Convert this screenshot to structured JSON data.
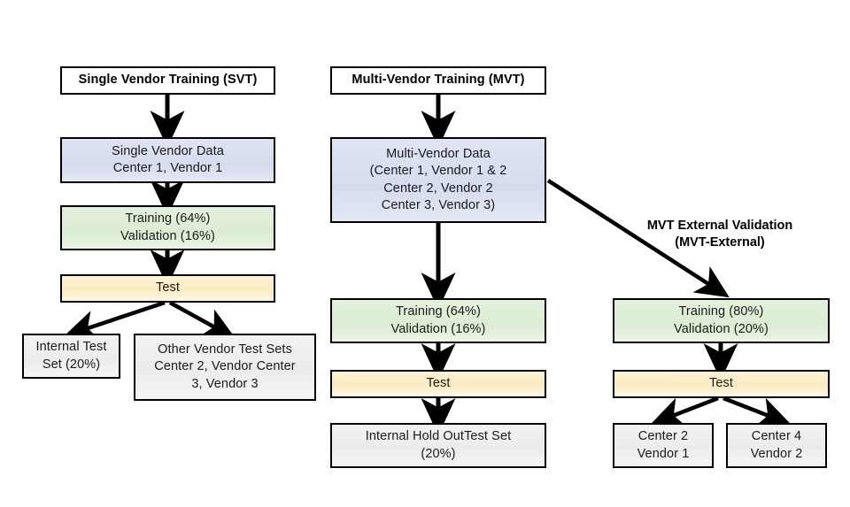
{
  "diagram": {
    "title": "Single Vendor Training and Multi-Vendor Training data split flowchart",
    "colors": {
      "blue_fill": "#d6dcee",
      "green_fill": "#dcecd4",
      "yellow_fill": "#fcebc2",
      "plain_fill": "#ececec",
      "border": "#000000",
      "arrow": "#000000",
      "background": "#ffffff"
    },
    "captions": [
      {
        "id": "mvt-external-caption",
        "text": "MVT External Validation\n(MVT-External)"
      }
    ],
    "columns": {
      "svt": {
        "header": "Single Vendor Training (SVT)",
        "data_box": "Single Vendor Data\nCenter 1, Vendor 1",
        "split_box": "Training (64%)\nValidation (16%)",
        "test_box": "Test",
        "outputs": [
          "Internal Test\nSet (20%)",
          "Other Vendor Test Sets\nCenter 2, Vendor Center\n3,  Vendor 3"
        ]
      },
      "mvt": {
        "header": "Multi-Vendor Training (MVT)",
        "data_box": "Multi-Vendor Data\n(Center 1, Vendor 1 & 2\nCenter 2, Vendor 2\nCenter 3, Vendor 3)",
        "split_box": "Training (64%)\nValidation (16%)",
        "test_box": "Test",
        "outputs": [
          "Internal Hold OutTest Set\n(20%)"
        ]
      },
      "mvt_external": {
        "split_box": "Training (80%)\nValidation (20%)",
        "test_box": "Test",
        "outputs": [
          "Center 2\nVendor 1",
          "Center 4\nVendor 2"
        ]
      }
    }
  }
}
